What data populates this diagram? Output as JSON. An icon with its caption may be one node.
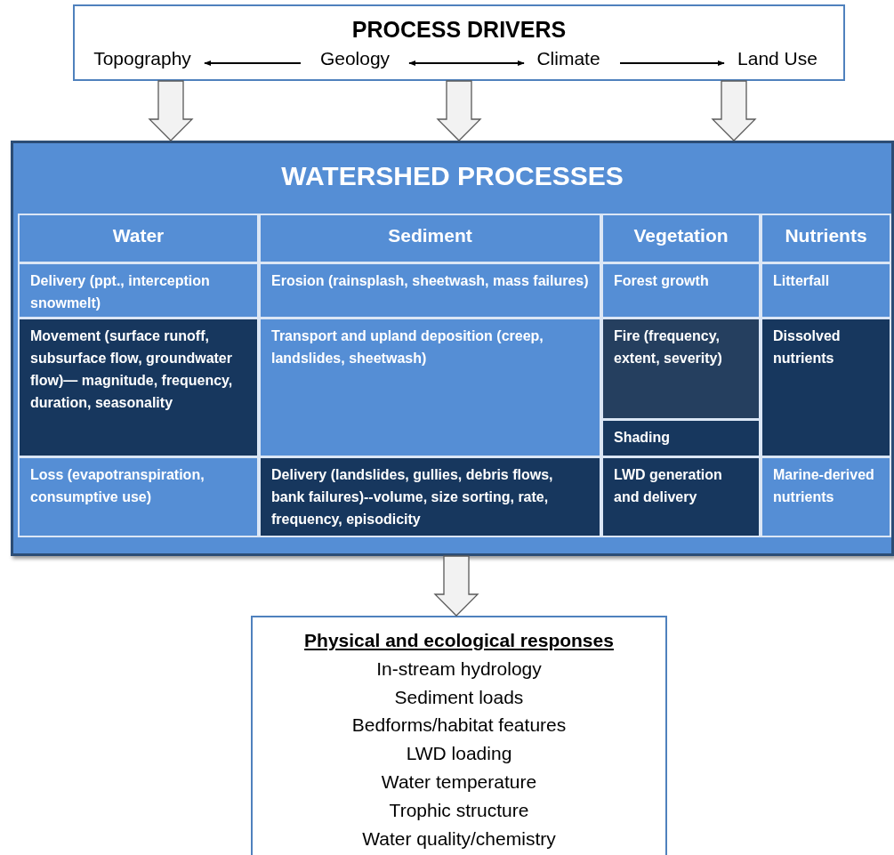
{
  "diagram": {
    "nodes": [
      {
        "text": [
          "PROCESS DRIVERS"
        ]
      },
      {
        "text": [
          "Topography"
        ],
        "in": 0
      },
      {
        "text": [
          "Geology"
        ],
        "in": 0
      },
      {
        "text": [
          "Climate"
        ],
        "in": 0
      },
      {
        "text": [
          "Land Use"
        ],
        "in": 0
      },
      {
        "text": [
          "WATERSHED PROCESSES"
        ]
      },
      {
        "text": [
          "Water"
        ],
        "in": 5
      },
      {
        "text": [
          "Sediment"
        ],
        "in": 5
      },
      {
        "text": [
          "Vegetation"
        ],
        "in": 5
      },
      {
        "text": [
          "Nutrients"
        ],
        "in": 5
      },
      {
        "text": [
          "Delivery (ppt., interception snowmelt)"
        ],
        "in": 5
      },
      {
        "text": [
          "Erosion (rainsplash, sheetwash, mass failures)"
        ],
        "in": 5
      },
      {
        "text": [
          "Forest growth"
        ],
        "in": 5
      },
      {
        "text": [
          "Litterfall"
        ],
        "in": 5
      },
      {
        "text": [
          "Movement (surface runoff, subsurface flow, groundwater flow)— magnitude, frequency, duration, seasonality"
        ],
        "in": 5
      },
      {
        "text": [
          "Transport and upland deposition (creep, landslides, sheetwash)"
        ],
        "in": 5
      },
      {
        "text": [
          "Fire (frequency, extent, severity)"
        ],
        "in": 5
      },
      {
        "text": [
          "Dissolved nutrients"
        ],
        "in": 5
      },
      {
        "text": [
          "Shading"
        ],
        "in": 5
      },
      {
        "text": [
          "Loss (evapotranspiration, consumptive use)"
        ],
        "in": 5
      },
      {
        "text": [
          "Delivery (landslides, gullies, debris flows, bank failures)--volume, size sorting, rate, frequency, episodicity"
        ],
        "in": 5
      },
      {
        "text": [
          "LWD generation and delivery"
        ],
        "in": 5
      },
      {
        "text": [
          "Marine-derived nutrients"
        ],
        "in": 5
      },
      {
        "text": [
          "Physical and ecological responses",
          "In-stream hydrology",
          "Sediment loads",
          "Bedforms/habitat features",
          "LWD loading",
          "Water temperature",
          "Trophic structure",
          "Water quality/chemistry"
        ]
      }
    ],
    "edges": [
      {
        "from": 2,
        "to": 1,
        "arrow": "to"
      },
      {
        "from": 2,
        "to": 3,
        "arrow": "both"
      },
      {
        "from": 3,
        "to": 4,
        "arrow": "to"
      },
      {
        "from": 0,
        "to": 5,
        "arrow": "to"
      },
      {
        "from": 0,
        "to": 5,
        "arrow": "to"
      },
      {
        "from": 0,
        "to": 5,
        "arrow": "to"
      },
      {
        "from": 5,
        "to": 23,
        "arrow": "to"
      }
    ]
  }
}
